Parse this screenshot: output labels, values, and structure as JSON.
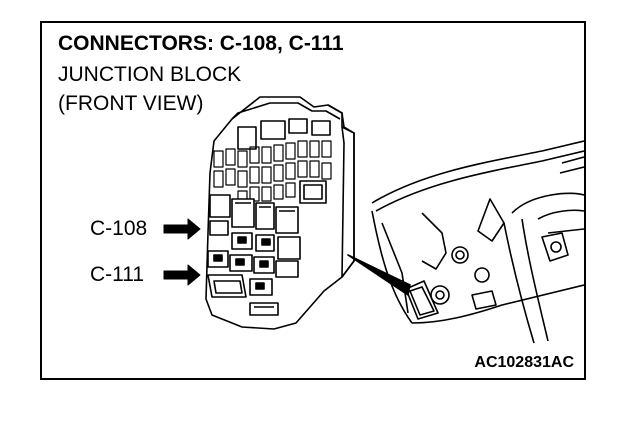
{
  "header": {
    "title": "CONNECTORS: C-108, C-111",
    "subtitle_line1": "JUNCTION BLOCK",
    "subtitle_line2": "(FRONT VIEW)"
  },
  "callouts": [
    {
      "label": "C-108"
    },
    {
      "label": "C-111"
    }
  ],
  "figure_id": "AC102831AC",
  "colors": {
    "ink": "#000000",
    "paper": "#ffffff"
  }
}
